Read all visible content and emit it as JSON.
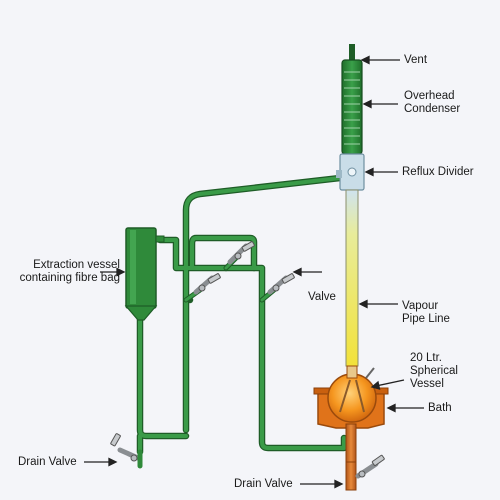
{
  "labels": {
    "vent": "Vent",
    "overhead_condenser": "Overhead\nCondenser",
    "reflux_divider": "Reflux Divider",
    "extraction_vessel": "Extraction vessel\ncontaining fibre bag",
    "valve": "Valve",
    "vapour_pipe_line": "Vapour\nPipe Line",
    "spherical_vessel": "20 Ltr.\nSpherical\nVessel",
    "bath": "Bath",
    "drain_valve_left": "Drain Valve",
    "drain_valve_bottom": "Drain Valve"
  },
  "colors": {
    "background": "#f4f5f9",
    "pipe_green": "#2f8a3a",
    "pipe_dark": "#1e5d27",
    "glass_blue": "#b9d6e6",
    "vapour_yellow": "#f2e23a",
    "vessel_orange": "#f08a1a",
    "bath_orange": "#e0731a",
    "valve_grey": "#b8bcc0",
    "arrow": "#222222"
  }
}
